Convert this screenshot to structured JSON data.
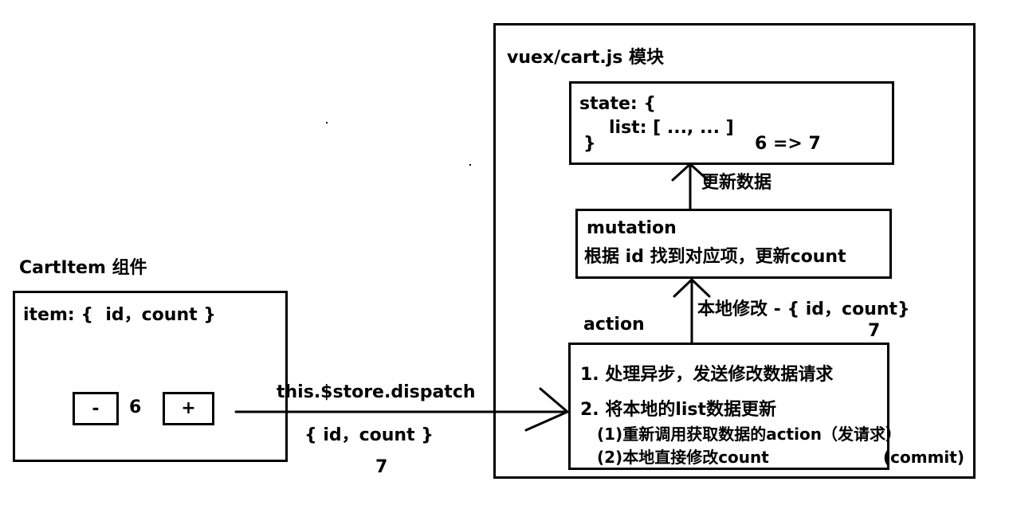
{
  "component": {
    "title": "CartItem 组件",
    "item_text": "item: {  id，count }",
    "minus_label": "-",
    "count_value": "6",
    "plus_label": "+"
  },
  "dispatch": {
    "call": "this.$store.dispatch",
    "payload": "{ id，count }",
    "value": "7"
  },
  "module": {
    "title": "vuex/cart.js 模块",
    "state_line1": "state: {",
    "state_line2": "list: [ ..., ... ]",
    "state_line3": "}",
    "state_change": "6 => 7",
    "update_label": "更新数据",
    "mutation_title": "mutation",
    "mutation_desc": "根据 id 找到对应项，更新count",
    "commit_label": "本地修改 - { id，count}",
    "commit_value": "7",
    "action_title": "action",
    "action_line1": "1. 处理异步，发送修改数据请求",
    "action_line2": "2. 将本地的list数据更新",
    "action_line3": "(1)重新调用获取数据的action（发请求）",
    "action_line4": "(2)本地直接修改count",
    "action_line4_note": "(commit)"
  }
}
